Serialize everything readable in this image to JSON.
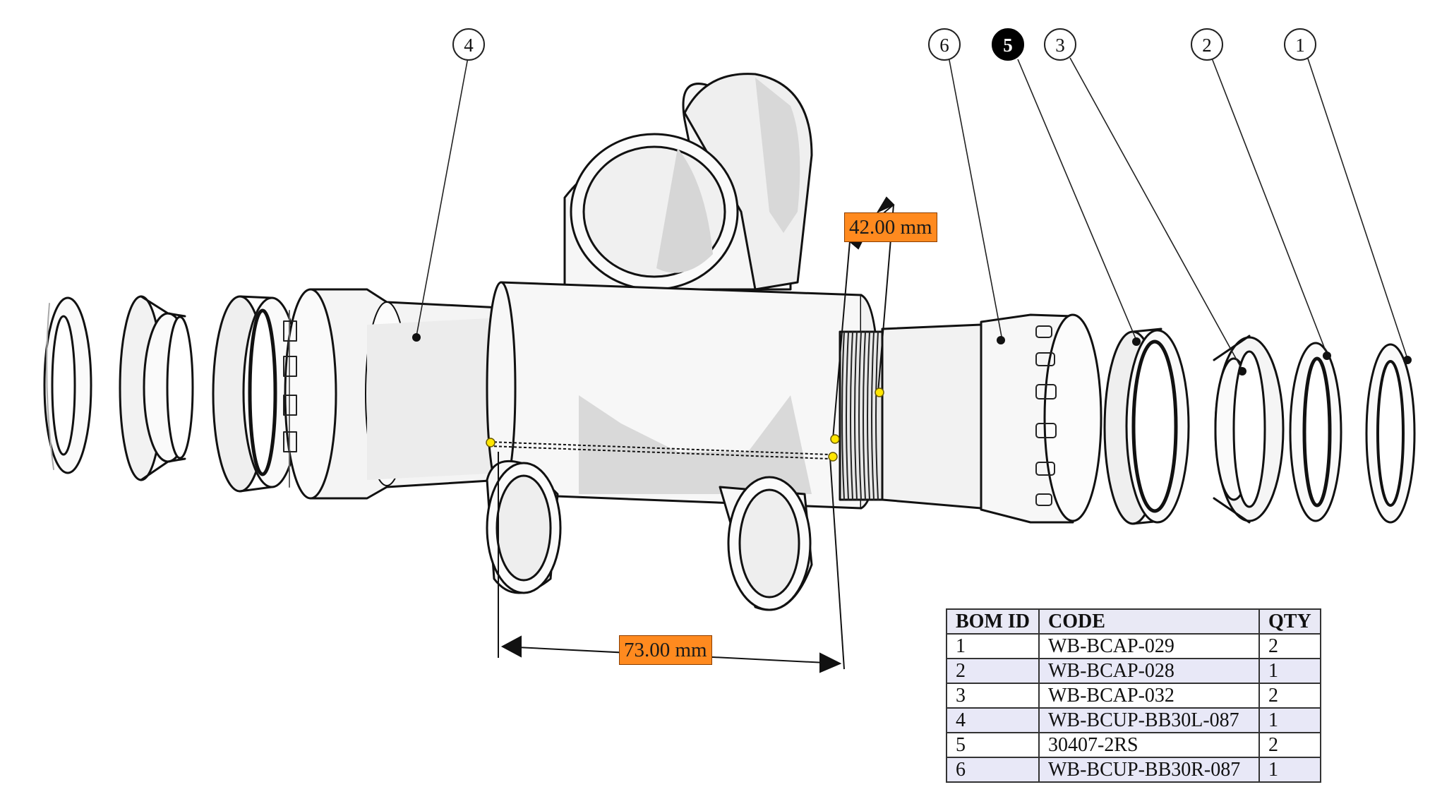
{
  "balloons": [
    {
      "label": "4",
      "style": "open"
    },
    {
      "label": "6",
      "style": "open"
    },
    {
      "label": "5",
      "style": "filled"
    },
    {
      "label": "3",
      "style": "open"
    },
    {
      "label": "2",
      "style": "open"
    },
    {
      "label": "1",
      "style": "open"
    }
  ],
  "dimensions": {
    "shell_width": "73.00 mm",
    "thread_length": "42.00 mm"
  },
  "bom": {
    "headers": {
      "id": "BOM ID",
      "code": "CODE",
      "qty": "QTY"
    },
    "rows": [
      {
        "id": "1",
        "code": "WB-BCAP-029",
        "qty": "2"
      },
      {
        "id": "2",
        "code": "WB-BCAP-028",
        "qty": "1"
      },
      {
        "id": "3",
        "code": "WB-BCAP-032",
        "qty": "2"
      },
      {
        "id": "4",
        "code": "WB-BCUP-BB30L-087",
        "qty": "1"
      },
      {
        "id": "5",
        "code": "30407-2RS",
        "qty": "2"
      },
      {
        "id": "6",
        "code": "WB-BCUP-BB30R-087",
        "qty": "1"
      }
    ]
  },
  "colors": {
    "dimension_label": "#ff8a1f",
    "highlight_balloon": "#000000",
    "ink": "#111111",
    "shade": "#d9d9d9",
    "measure_point": "#ffe600"
  }
}
